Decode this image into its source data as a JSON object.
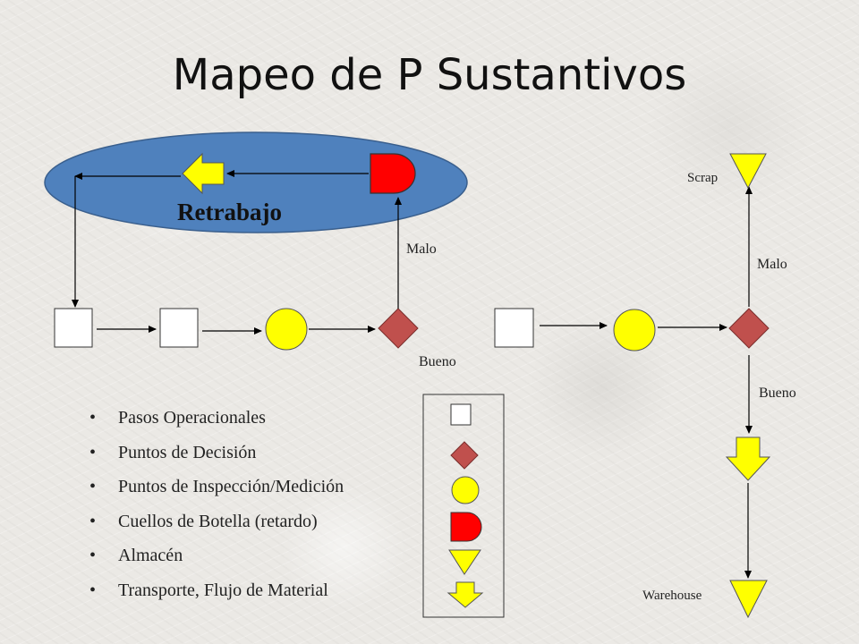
{
  "title": "Mapeo de P Sustantivos",
  "rework_label": "Retrabajo",
  "labels": {
    "malo_1": "Malo",
    "bueno_1": "Bueno",
    "scrap": "Scrap",
    "malo_2": "Malo",
    "bueno_2": "Bueno",
    "warehouse": "Warehouse"
  },
  "legend": [
    {
      "text": "Pasos Operacionales",
      "shape": "square"
    },
    {
      "text": "Puntos de Decisión",
      "shape": "diamond"
    },
    {
      "text": "Puntos de Inspección/Medición",
      "shape": "circle"
    },
    {
      "text": "Cuellos de Botella (retardo)",
      "shape": "delay"
    },
    {
      "text": "Almacén",
      "shape": "triangle"
    },
    {
      "text": "Transporte, Flujo de Material",
      "shape": "arrow"
    }
  ],
  "colors": {
    "ellipse": "#4f81bd",
    "decision": "#c0504d",
    "inspection": "#ffff00",
    "bottleneck": "#ff0000",
    "storage": "#ffff00",
    "transport": "#ffff00"
  }
}
